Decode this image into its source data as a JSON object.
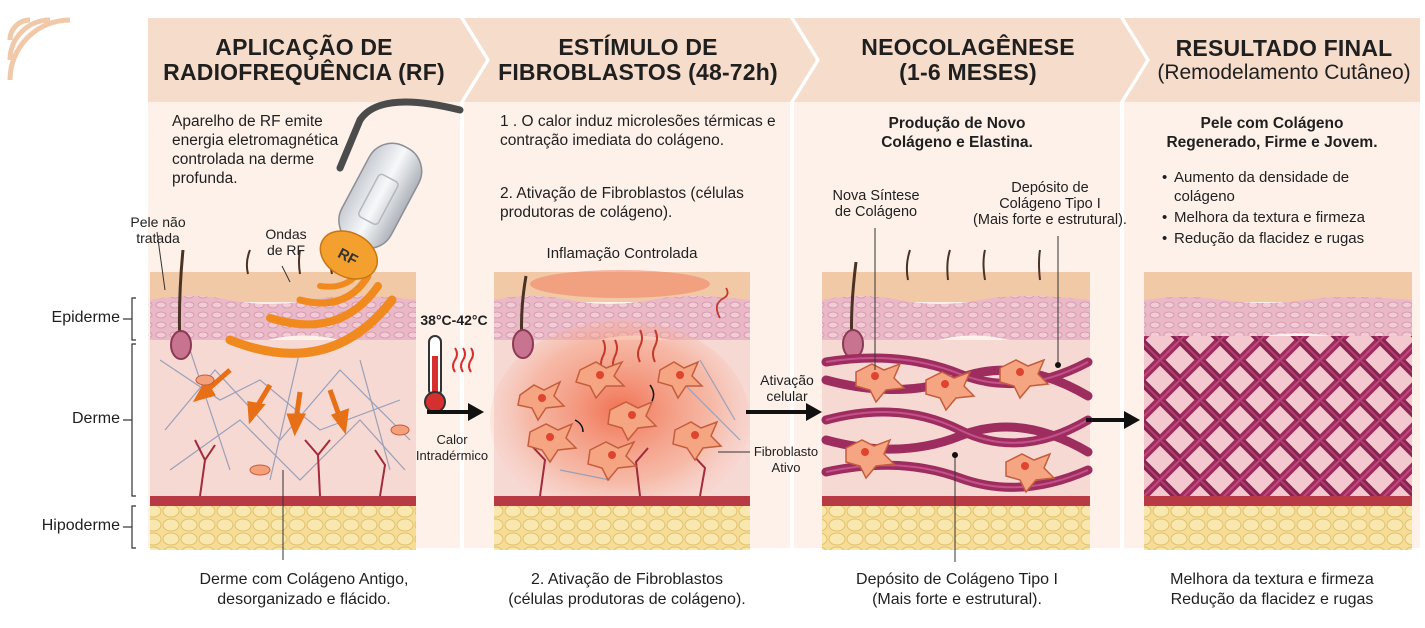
{
  "steps": [
    {
      "title_1": "APLICAÇÃO DE",
      "title_2": "RADIOFREQUÊNCIA (RF)",
      "subtitle": ""
    },
    {
      "title_1": "ESTÍMULO DE",
      "title_2": "FIBROBLASTOS (48-72h)",
      "subtitle": ""
    },
    {
      "title_1": "NEOCOLAGÊNESE",
      "title_2": "(1-6 MESES)",
      "subtitle": ""
    },
    {
      "title_1": "RESULTADO FINAL",
      "title_2": "",
      "subtitle": "(Remodelamento Cutâneo)"
    }
  ],
  "panel1": {
    "desc": "Aparelho de RF emite energia eletromagnética controlada na derme profunda.",
    "untreated_label": "Pele não tratada",
    "waves_label": "Ondas de RF",
    "device_label": "RF",
    "caption_1": "Derme com Colágeno Antigo,",
    "caption_2": "desorganizado e flácido."
  },
  "layers": {
    "epiderme": "Epiderme",
    "derme": "Derme",
    "hipoderme": "Hipoderme"
  },
  "transition1": {
    "temperature": "38°C-42°C",
    "label_1": "Calor",
    "label_2": "Intradérmico"
  },
  "panel2": {
    "step_1": "1 . O calor induz microlesões térmicas e contração imediata do colágeno.",
    "step_2": "2. Ativação de Fibroblastos (células produtoras de colágeno).",
    "inflammation": "Inflamação Controlada",
    "fibroblast_label": "Fibroblasto Ativo",
    "caption_1": "2. Ativação de Fibroblastos",
    "caption_2": "(células produtoras de colágeno)."
  },
  "transition2": {
    "label_1": "Ativação",
    "label_2": "celular"
  },
  "panel3": {
    "heading_1": "Produção de Novo",
    "heading_2": "Colágeno e Elastina.",
    "synthesis_label": "Nova Síntese de Colágeno",
    "deposit_label_1": "Depósito de",
    "deposit_label_2": "Colágeno Tipo I",
    "deposit_label_3": "(Mais forte e estrutural).",
    "caption_1": "Depósito de Colágeno Tipo I",
    "caption_2": "(Mais forte e estrutural)."
  },
  "panel4": {
    "heading_1": "Pele com Colágeno",
    "heading_2": "Regenerado, Firme e Jovem.",
    "bullets": [
      "Aumento da densidade de colágeno",
      "Melhora da textura e firmeza",
      "Redução da flacidez e rugas"
    ],
    "caption_1": "Melhora da textura e firmeza",
    "caption_2": "Redução da flacidez e rugas"
  },
  "colors": {
    "header_bg": "#f6dccb",
    "panel_bg": "#fdf1ea",
    "epidermis": "#e9b6c6",
    "dermis": "#f7d9d4",
    "fat": "#f2d48a",
    "collagen": "#9e2d5f",
    "rf_orange": "#f08a1e",
    "fibroblast": "#f4a07a"
  }
}
